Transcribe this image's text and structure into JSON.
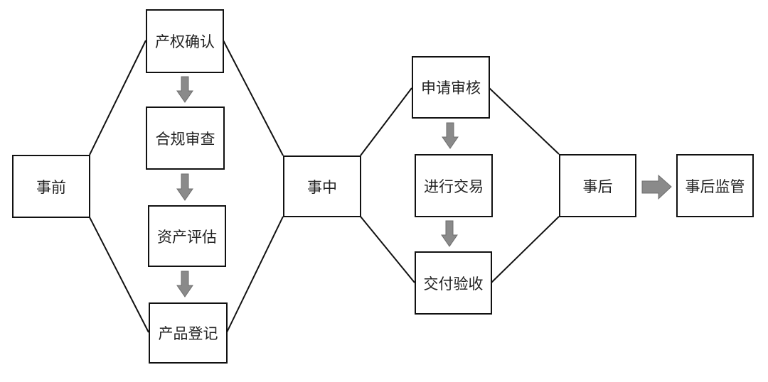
{
  "diagram": {
    "stages": [
      {
        "id": "before",
        "label": "事前"
      },
      {
        "id": "during",
        "label": "事中"
      },
      {
        "id": "after",
        "label": "事后"
      }
    ],
    "before_steps": [
      "产权确认",
      "合规审查",
      "资产评估",
      "产品登记"
    ],
    "during_steps": [
      "申请审核",
      "进行交易",
      "交付验收"
    ],
    "after_steps": [
      "事后监管"
    ],
    "colors": {
      "border": "#111111",
      "arrow_fill": "#8a8a8a",
      "arrow_stroke": "#6e6e6e",
      "line": "#111111"
    }
  }
}
